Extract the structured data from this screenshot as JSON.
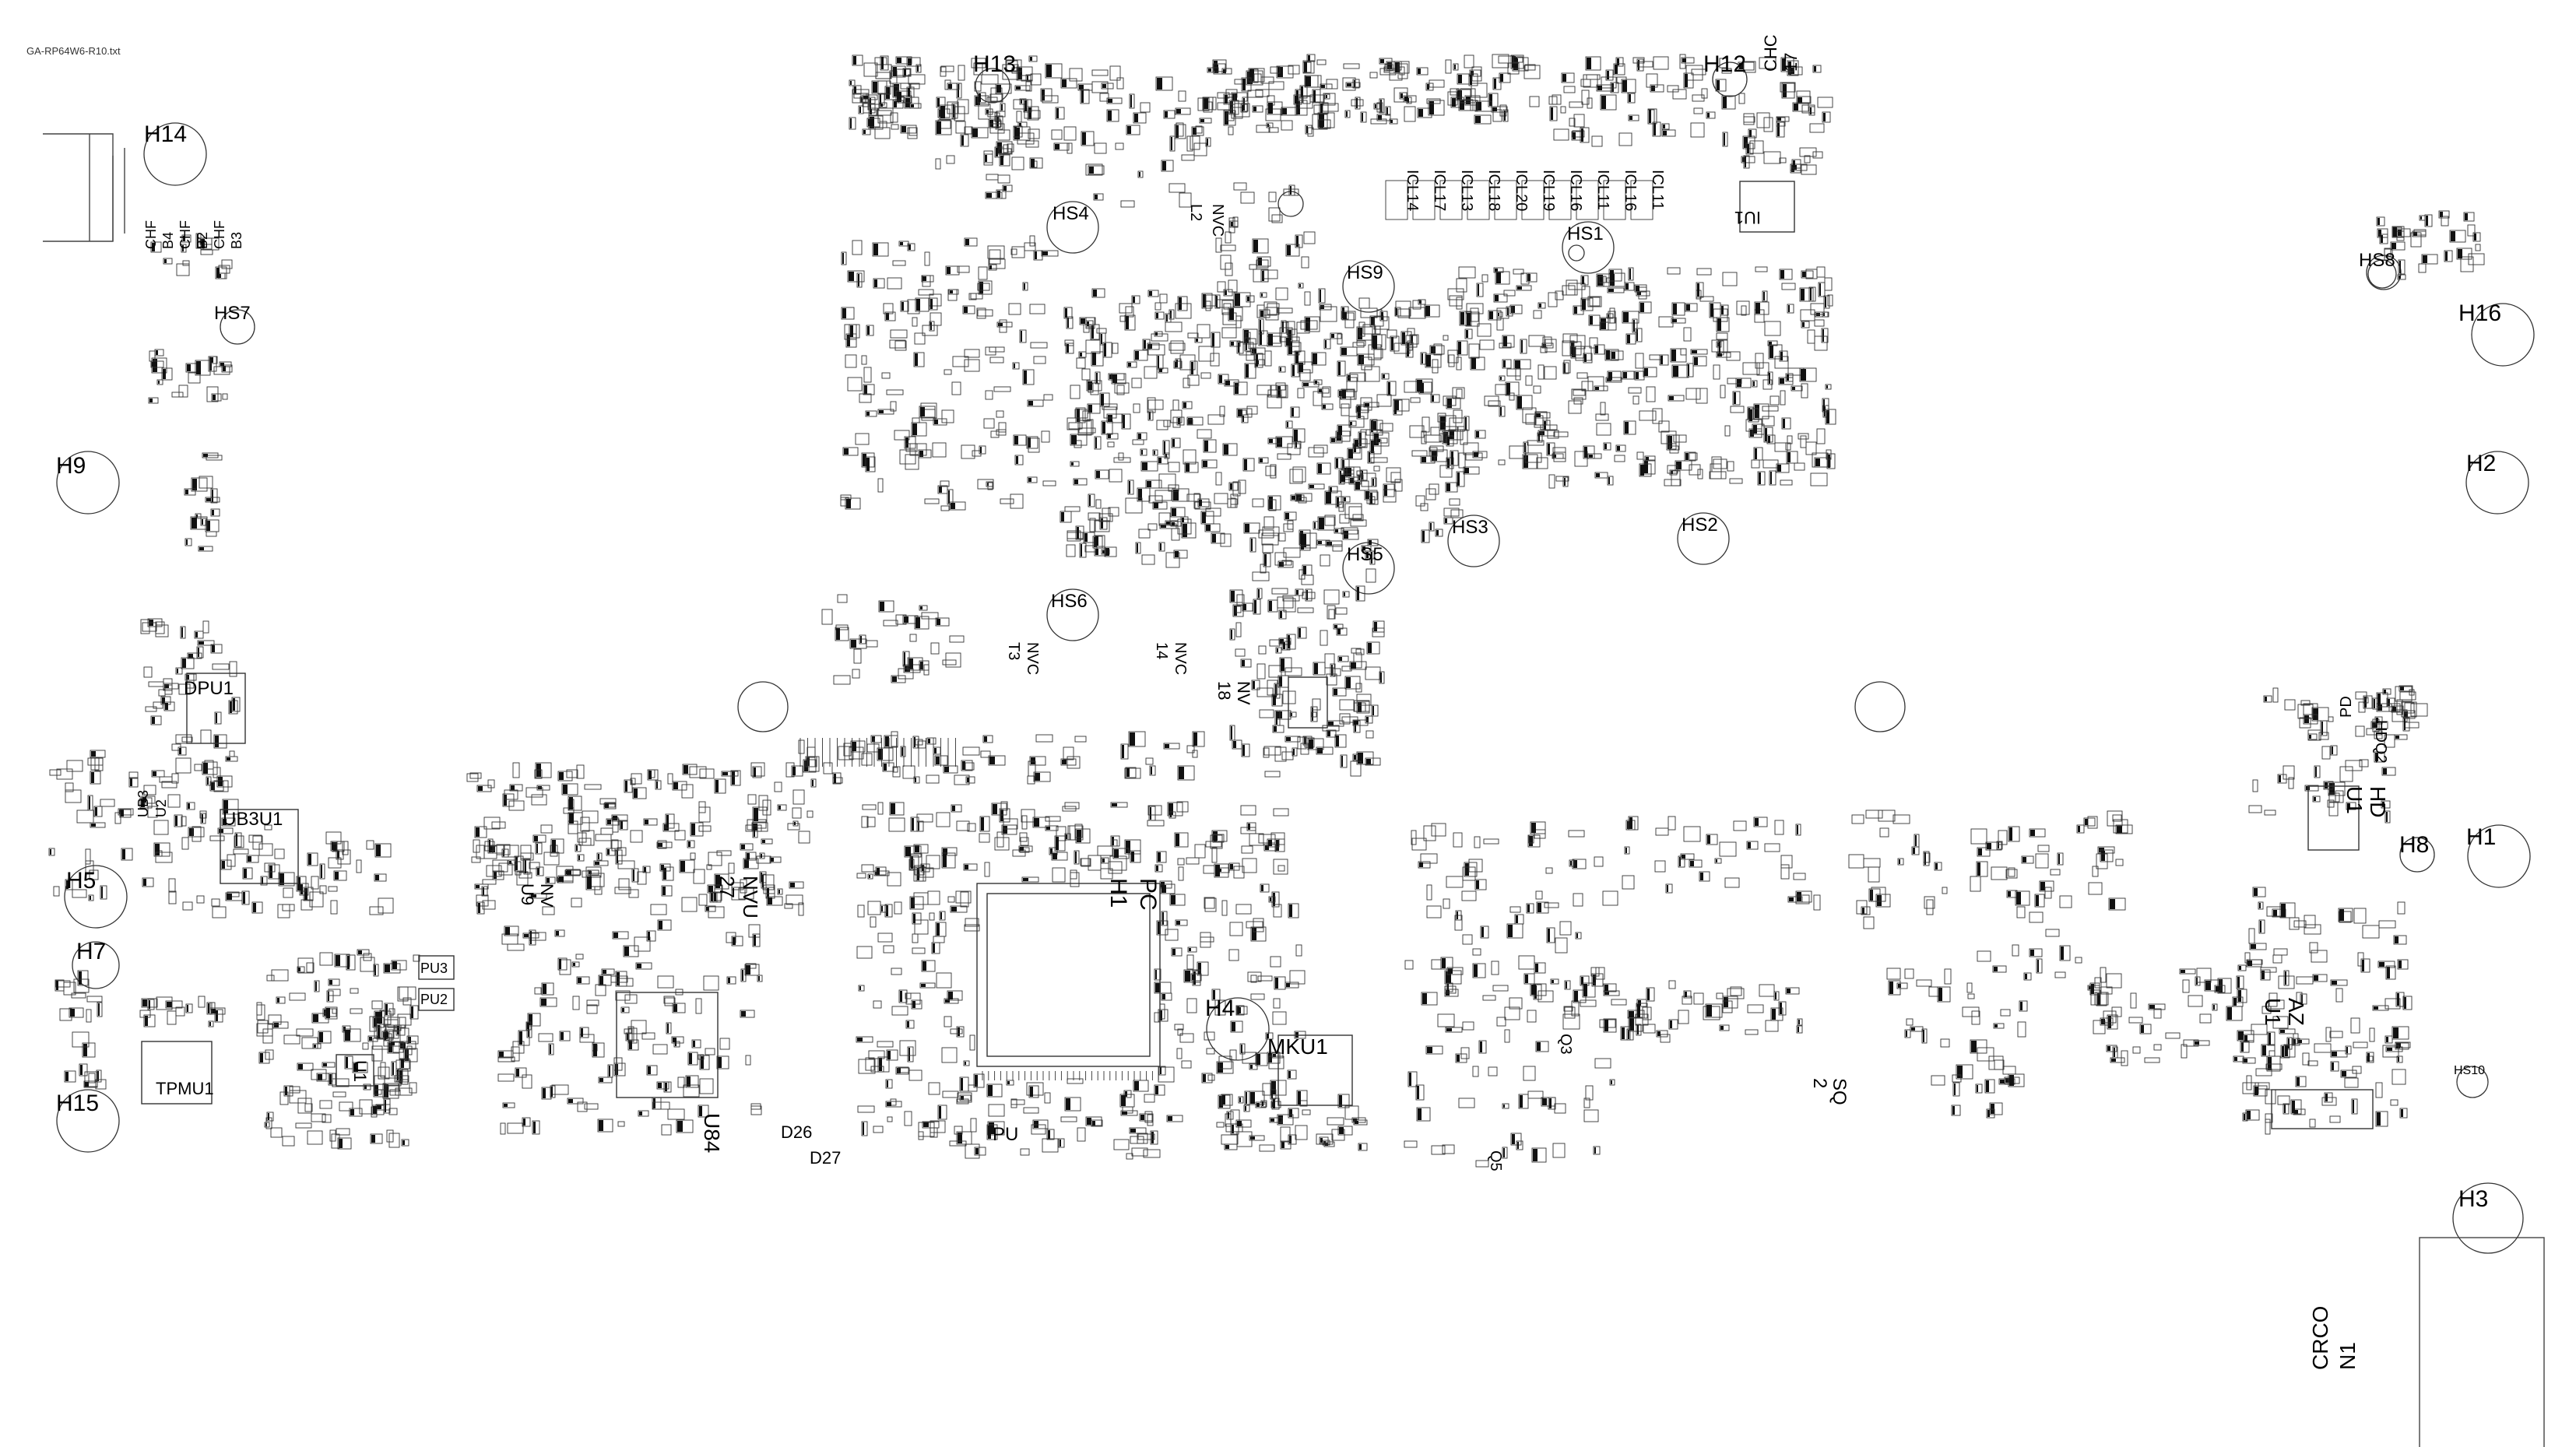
{
  "document": {
    "filename": "GA-RP64W6-R10.txt"
  },
  "mounting_holes": [
    "H14",
    "H13",
    "H12",
    "H9",
    "H5",
    "H7",
    "H15",
    "H4",
    "H3",
    "H2",
    "H1",
    "H8",
    "H16"
  ],
  "heatsink_holes": [
    "HS4",
    "HS9",
    "HS1",
    "HS5",
    "HS3",
    "HS2",
    "HS6",
    "HS7",
    "HS8",
    "HS10"
  ],
  "component_labels": {
    "dpu": "DPU1",
    "ub3u1": "UB3U1",
    "tpmu1": "TPMU1",
    "mku1": "MKU1",
    "u84": "U84",
    "pch": "PC",
    "pch2": "H1",
    "iu1": "IU1",
    "u1_left": "U1",
    "pu3": "PU3",
    "pu2": "PU2",
    "d26": "D26",
    "d27": "D27",
    "nvu": "NVU",
    "nvu27": "27",
    "nv_u9": "NV",
    "u9": "U9",
    "hdu1_a": "HD",
    "hdu1_b": "U1",
    "hdq": "HDQ2",
    "azu1_a": "AZ",
    "azu1_b": "U1",
    "sq2_a": "SQ",
    "sq2_b": "2",
    "crcon1_a": "CRCO",
    "crcon1_b": "N1",
    "chc17_a": "CHC",
    "chc17_b": "17",
    "nvc_l2_a": "NVC",
    "nvc_l2_b": "L2",
    "nvc_t3_a": "NVC",
    "nvc_t3_b": "T3",
    "nvc_14_a": "NVC",
    "nvc_14_b": "14",
    "nv18_a": "NV",
    "nv18_b": "18",
    "q3": "Q3",
    "q5": "Q5",
    "pu": "PU",
    "pd": "PD",
    "ub3": "UB3",
    "u2": "U2"
  },
  "icl_group": [
    "ICL",
    "ICL",
    "ICL",
    "ICL",
    "ICL",
    "ICL",
    "ICL",
    "ICL",
    "ICL",
    "ICL"
  ],
  "icl_nums": [
    "14",
    "17",
    "13",
    "18",
    "20",
    "19",
    "16",
    "11",
    "16",
    "11"
  ],
  "edge_caps": [
    "CHF",
    "B4",
    "CHF",
    "B2",
    "CHF",
    "B3"
  ]
}
